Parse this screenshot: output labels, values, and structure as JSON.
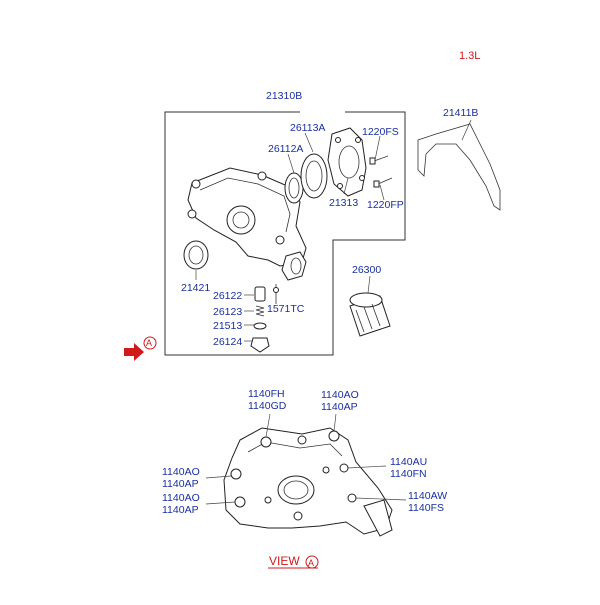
{
  "engine_label": "1.3L",
  "labels": {
    "p21310b": "21310B",
    "p21411b": "21411B",
    "p26113a": "26113A",
    "p1220fs": "1220FS",
    "p26112a": "26112A",
    "p21313": "21313",
    "p1220fp": "1220FP",
    "p26300": "26300",
    "p21421": "21421",
    "p26122": "26122",
    "p26123": "26123",
    "p1571tc": "1571TC",
    "p21513": "21513",
    "p26124": "26124",
    "view_a_marker": "A"
  },
  "view": {
    "caption": "VIEW",
    "marker": "A",
    "bolt_labels": {
      "top_left_1": "1140FH",
      "top_left_2": "1140GD",
      "top_right_1": "1140AO",
      "top_right_2": "1140AP",
      "right_1": "1140AU",
      "right_2": "1140FN",
      "left_upper_1": "1140AO",
      "left_upper_2": "1140AP",
      "left_lower_1": "1140AO",
      "left_lower_2": "1140AP",
      "bottom_right_1": "1140AW",
      "bottom_right_2": "1140FS"
    }
  },
  "colors": {
    "label_blue": "#1a2fa0",
    "accent_red": "#d11a1a",
    "line": "#222222"
  }
}
